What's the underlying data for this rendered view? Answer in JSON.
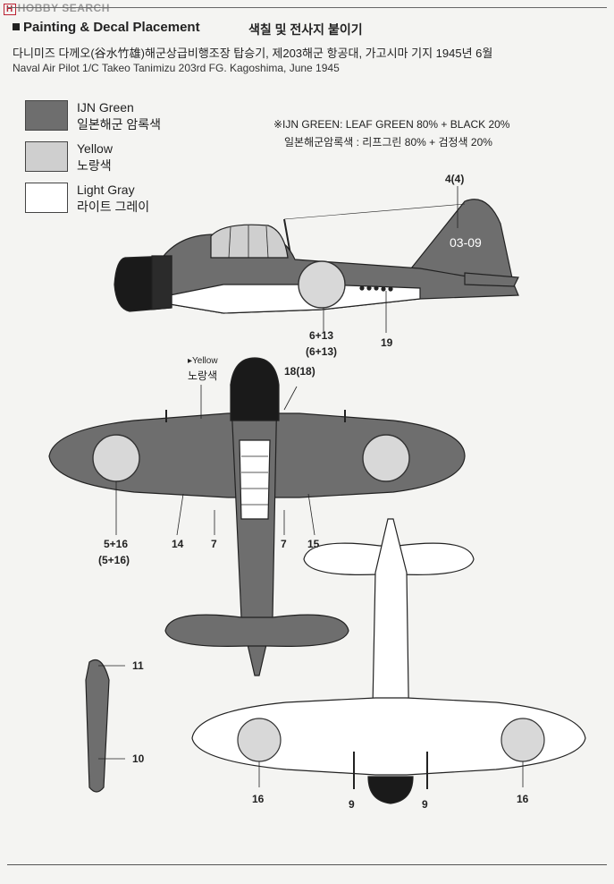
{
  "watermark": {
    "logo": "H",
    "text": "HOBBY SEARCH"
  },
  "header": {
    "title": "Painting & Decal Placement",
    "title_kr": "색칠 및 전사지 붙이기"
  },
  "pilot_kr": "다니미즈 다께오(谷水竹雄)해군상급비행조장 탑승기, 제203해군 항공대, 가고시마 기지 1945년 6월",
  "pilot_en": "Naval Air Pilot 1/C Takeo Tanimizu 203rd FG. Kagoshima, June 1945",
  "colors": {
    "ijn_green": "#6e6e6e",
    "yellow": "#cfcfcf",
    "light_gray": "#ffffff"
  },
  "legend": [
    {
      "en": "IJN Green",
      "kr": "일본해군 암록색"
    },
    {
      "en": "Yellow",
      "kr": "노랑색"
    },
    {
      "en": "Light Gray",
      "kr": "라이트 그레이"
    }
  ],
  "mix_note": {
    "line1": "※IJN GREEN: LEAF GREEN 80% + BLACK 20%",
    "line2": "일본해군암록색 : 리프그린 80% + 검정색 20%"
  },
  "aircraft_code": "03-09",
  "yellow_note": {
    "en": "▸Yellow",
    "kr": "노랑색"
  },
  "callouts": {
    "c4": "4(4)",
    "c6a": "6+13",
    "c6b": "(6+13)",
    "c19": "19",
    "c18": "18(18)",
    "c5a": "5+16",
    "c5b": "(5+16)",
    "c14": "14",
    "c7a": "7",
    "c7b": "7",
    "c15": "15",
    "c11": "11",
    "c10": "10",
    "c16a": "16",
    "c16b": "16",
    "c9a": "9",
    "c9b": "9"
  }
}
